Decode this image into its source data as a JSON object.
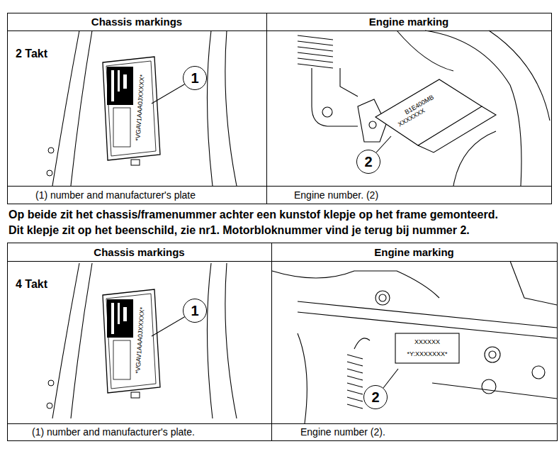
{
  "diagram": {
    "nodes": [
      {
        "text": [
          "Chassis markings"
        ]
      },
      {
        "text": [
          "Engine marking"
        ]
      },
      {
        "text": [
          "2 Takt"
        ]
      },
      {
        "text": [
          "1"
        ],
        "in": 2
      },
      {
        "text": [
          "2"
        ]
      },
      {
        "text": [
          "(1) number and manufacturer's plate"
        ]
      },
      {
        "text": [
          "Engine number. (2)"
        ]
      },
      {
        "text": [
          "Chassis markings"
        ]
      },
      {
        "text": [
          "Engine marking"
        ]
      },
      {
        "text": [
          "4 Takt"
        ]
      },
      {
        "text": [
          "1"
        ],
        "in": 9
      },
      {
        "text": [
          "2"
        ]
      },
      {
        "text": [
          "(1) number and manufacturer's plate."
        ]
      },
      {
        "text": [
          "Engine number (2)."
        ]
      }
    ],
    "labels": [
      "*VGAV1AAA0JXXXXX*",
      "B1E400MB",
      "XXXXXXX",
      "Op beide zit het chassis/framenummer achter een kunstof klepje op het frame gemonteerd.",
      "Dit klepje zit op het beenschild, zie nr1. Motorbloknummer vind je terug bij nummer 2.",
      "*VGAV1AAA0JXXXXX*",
      "XXXXXX",
      "*Y:XXXXXXX*"
    ]
  }
}
